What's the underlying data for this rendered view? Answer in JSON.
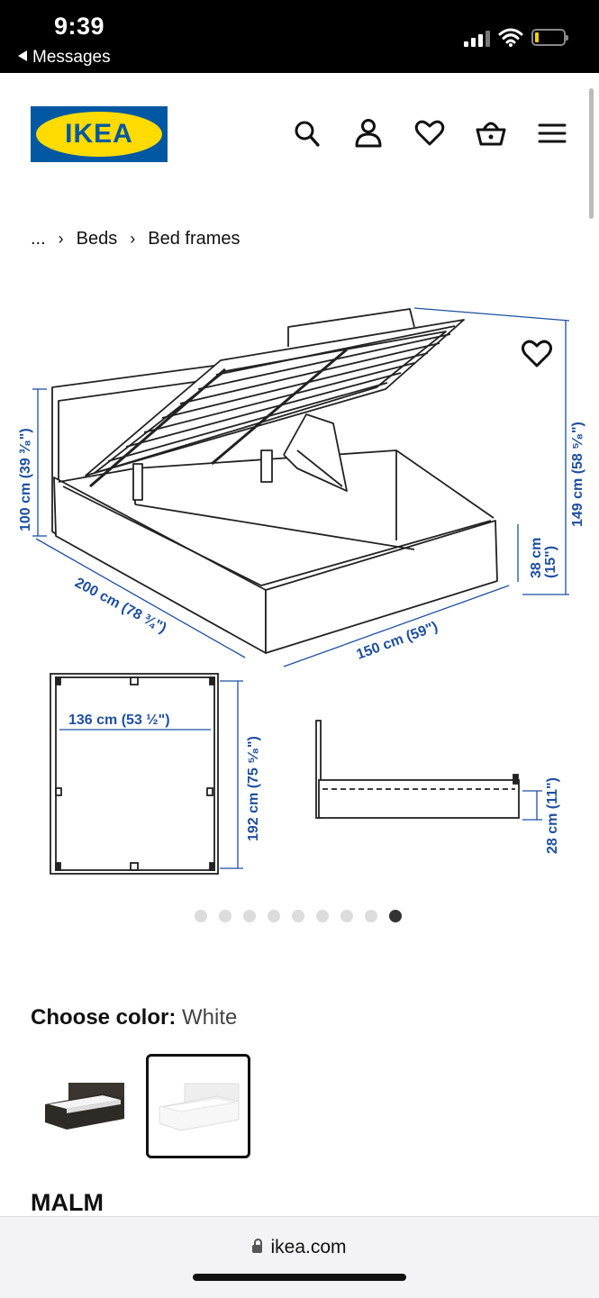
{
  "status_bar": {
    "time": "9:39",
    "back_label": "Messages"
  },
  "header": {
    "logo_text": "IKEA",
    "icons": [
      "search-icon",
      "account-icon",
      "heart-icon",
      "basket-icon",
      "menu-icon"
    ]
  },
  "breadcrumb": {
    "ellipsis": "...",
    "items": [
      "Beds",
      "Bed frames"
    ]
  },
  "image": {
    "dimensions": {
      "headboard_height": "100 cm (39 ³⁄₈\")",
      "total_height": "149 cm (58 ⁵⁄₈\")",
      "length": "200 cm (78 ¾\")",
      "width": "150 cm (59\")",
      "frame_height": "38 cm",
      "frame_height_in": "(15\")",
      "inner_width": "136 cm (53 ½\")",
      "inner_length": "192 cm (75 ⁵⁄₈\")",
      "underbed_clearance": "28 cm (11\")"
    },
    "carousel_count": 9,
    "carousel_active": 9
  },
  "color": {
    "label": "Choose color:",
    "value": "White",
    "options": [
      "Black-brown",
      "White"
    ],
    "selected": "White"
  },
  "product": {
    "name": "MALM"
  },
  "browser": {
    "url": "ikea.com"
  },
  "colors": {
    "ikea_blue": "#0058a3",
    "ikea_yellow": "#ffdb00",
    "dimension_blue": "#1f4fa0"
  }
}
